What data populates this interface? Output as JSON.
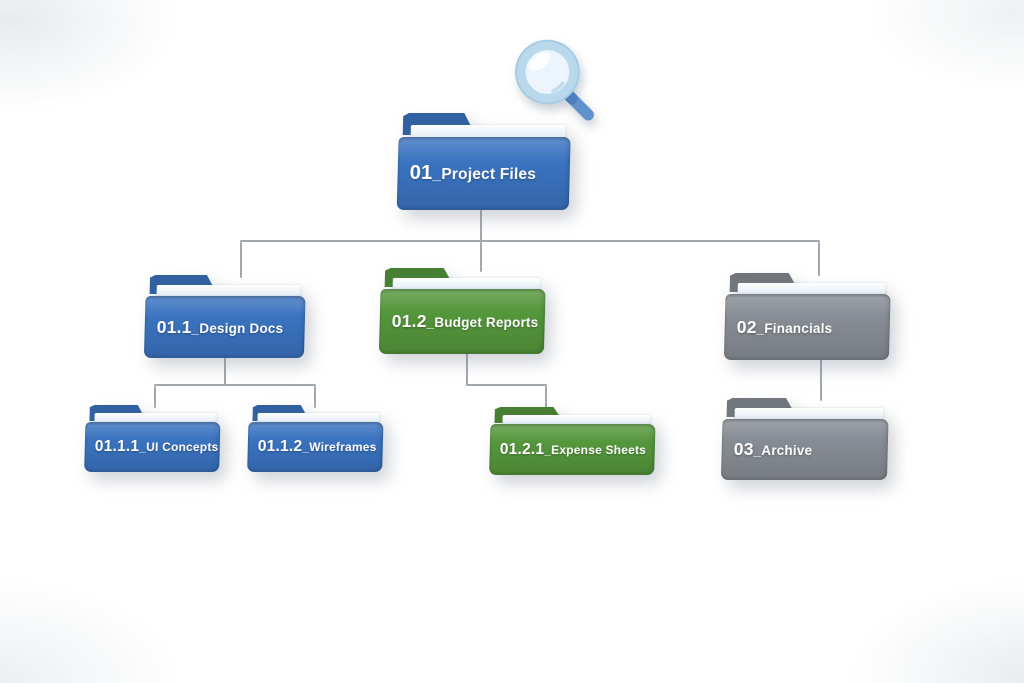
{
  "diagram_type": "folder-hierarchy-tree",
  "nodes": {
    "project_files": {
      "num": "01",
      "rest": "_Project Files",
      "color": "blue"
    },
    "design_docs": {
      "num": "01.1",
      "rest": "_Design Docs",
      "color": "blue"
    },
    "budget_reports": {
      "num": "01.2",
      "rest": "_Budget Reports",
      "color": "green"
    },
    "financials": {
      "num": "02",
      "rest": "_Financials",
      "color": "gray"
    },
    "ui_concepts": {
      "num": "01.1.1",
      "rest": "_UI Concepts",
      "color": "blue"
    },
    "wireframes": {
      "num": "01.1.2",
      "rest": "_Wireframes",
      "color": "blue"
    },
    "expense_sheets": {
      "num": "01.2.1",
      "rest": "_Expense Sheets",
      "color": "green"
    },
    "archive": {
      "num": "03",
      "rest": "_Archive",
      "color": "gray"
    }
  },
  "icon": "magnifying-glass",
  "colors": {
    "blue": "#3a73c0",
    "green": "#55973c",
    "gray": "#878d94",
    "connector": "#a0a8b0"
  }
}
